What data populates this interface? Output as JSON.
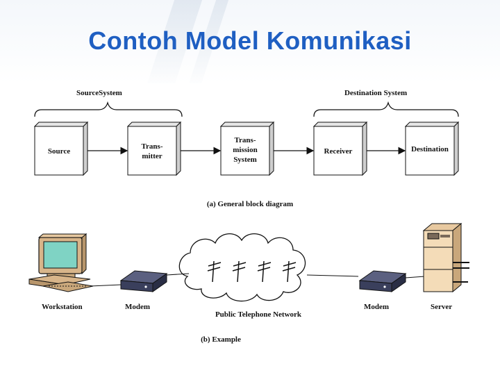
{
  "slide": {
    "title": "Contoh Model Komunikasi"
  },
  "top": {
    "source_system_label": "SourceSystem",
    "destination_system_label": "Destination System",
    "blocks": [
      {
        "lines": [
          "Source"
        ]
      },
      {
        "lines": [
          "Trans-",
          "mitter"
        ]
      },
      {
        "lines": [
          "Trans-",
          "mission",
          "System"
        ]
      },
      {
        "lines": [
          "Receiver"
        ]
      },
      {
        "lines": [
          "Destination"
        ]
      }
    ],
    "caption": "(a) General block diagram"
  },
  "bottom": {
    "workstation_label": "Workstation",
    "modem_left_label": "Modem",
    "network_label": "Public Telephone Network",
    "modem_right_label": "Modem",
    "server_label": "Server",
    "caption": "(b) Example"
  },
  "colors": {
    "title": "#1f5fc2",
    "block_face": "#ffffff",
    "block_side": "#cfcfcf",
    "monitor_screen": "#7fd3c4",
    "workstation_body": "#d8b58a",
    "server_body": "#f4dcb8",
    "modem_body": "#3a3f5c"
  },
  "icons": [
    "workstation-icon",
    "modem-icon",
    "cloud-icon",
    "telephone-pole-icon",
    "server-icon"
  ]
}
